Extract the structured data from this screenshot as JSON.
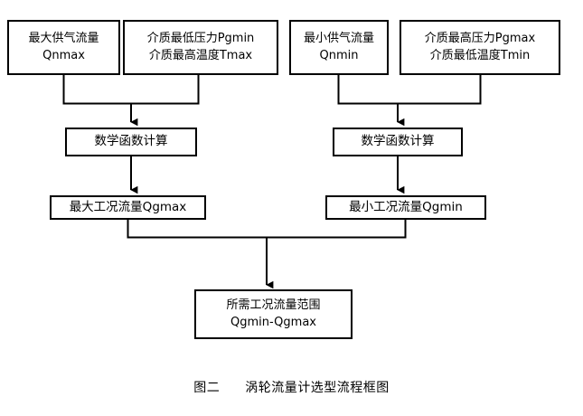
{
  "figure": {
    "caption_label": "图二",
    "caption_title": "涡轮流量计选型流程框图"
  },
  "nodes": {
    "max_supply_flow": {
      "line1": "最大供气流量",
      "line2": "Qnmax"
    },
    "medium_min_pressure": {
      "line1": "介质最低压力Pgmin",
      "line2": "介质最高温度Tmax"
    },
    "min_supply_flow": {
      "line1": "最小供气流量",
      "line2": "Qnmin"
    },
    "medium_max_pressure": {
      "line1": "介质最高压力Pgmax",
      "line2": "介质最低温度Tmin"
    },
    "math_calc_left": {
      "line1": "数学函数计算"
    },
    "math_calc_right": {
      "line1": "数学函数计算"
    },
    "qgmax_result": {
      "line1": "最大工况流量Qgmax"
    },
    "qgmin_result": {
      "line1": "最小工况流量Qgmin"
    },
    "final_range": {
      "line1": "所需工况流量范围",
      "line2": "Qgmin-Qgmax"
    }
  },
  "style": {
    "line_color": "#000000",
    "box_border_color": "#000000",
    "background_color": "#ffffff",
    "text_color": "#000000"
  },
  "chart_data": {
    "type": "diagram",
    "diagram_kind": "flowchart",
    "title": "图二 涡轮流量计选型流程框图",
    "orientation": "top-to-bottom",
    "nodes": [
      {
        "id": "n1",
        "label": "最大供气流量 Qnmax",
        "row": 1
      },
      {
        "id": "n2",
        "label": "介质最低压力Pgmin 介质最高温度Tmax",
        "row": 1
      },
      {
        "id": "n3",
        "label": "最小供气流量 Qnmin",
        "row": 1
      },
      {
        "id": "n4",
        "label": "介质最高压力Pgmax 介质最低温度Tmin",
        "row": 1
      },
      {
        "id": "n5",
        "label": "数学函数计算",
        "row": 2
      },
      {
        "id": "n6",
        "label": "数学函数计算",
        "row": 2
      },
      {
        "id": "n7",
        "label": "最大工况流量Qgmax",
        "row": 3
      },
      {
        "id": "n8",
        "label": "最小工况流量Qgmin",
        "row": 3
      },
      {
        "id": "n9",
        "label": "所需工况流量范围 Qgmin-Qgmax",
        "row": 4
      }
    ],
    "edges": [
      {
        "from": "n1",
        "to": "n5",
        "type": "merge-arrow"
      },
      {
        "from": "n2",
        "to": "n5",
        "type": "merge-arrow"
      },
      {
        "from": "n3",
        "to": "n6",
        "type": "merge-arrow"
      },
      {
        "from": "n4",
        "to": "n6",
        "type": "merge-arrow"
      },
      {
        "from": "n5",
        "to": "n7",
        "type": "arrow"
      },
      {
        "from": "n6",
        "to": "n8",
        "type": "arrow"
      },
      {
        "from": "n7",
        "to": "n9",
        "type": "merge-arrow"
      },
      {
        "from": "n8",
        "to": "n9",
        "type": "merge-arrow"
      }
    ]
  }
}
